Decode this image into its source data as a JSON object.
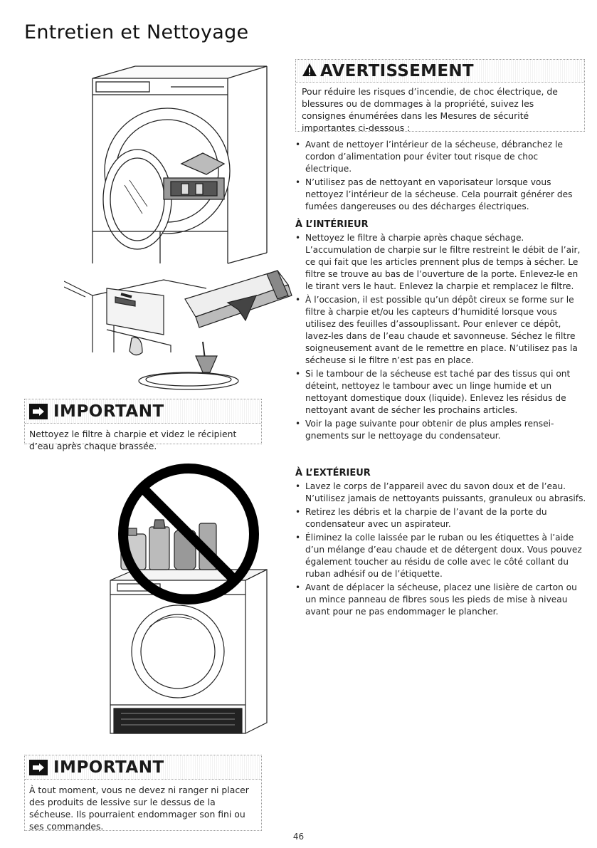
{
  "page": {
    "title": "Entretien et Nettoyage",
    "page_number": "46"
  },
  "icons": {
    "warning": "warning-triangle-icon",
    "important": "hand-pointing-icon"
  },
  "warning_box": {
    "title": "AVERTISSEMENT",
    "text": "Pour réduire les risques d’incendie, de choc électrique, de blessures ou de dommages à la propriété, suivez les consignes énumérées dans les Mesures de sécurité importantes ci-dessous :"
  },
  "general_bullets": [
    "Avant de nettoyer l’intérieur de la sécheuse, débranchez le cordon d’alimentation pour éviter tout risque de choc électrique.",
    "N’utilisez pas de nettoyant en vaporisateur lorsque vous nettoyez l’intérieur de la sécheuse. Cela pourrait générer des fumées dangereuses ou des décharges électriques."
  ],
  "interior": {
    "heading": "À L’INTÉRIEUR",
    "bullets": [
      "Nettoyez le filtre à charpie après chaque séchage. L’accumulation de charpie sur le filtre restreint le débit de l’air, ce qui fait que les articles prennent plus de temps à sécher. Le filtre se trouve au bas de l’ouverture de la porte. Enlevez-le en le tirant vers le haut. Enlevez la charpie et remplacez le filtre.",
      "À l’occasion, il est possible qu’un dépôt cireux se forme sur le filtre à charpie et/ou les capteurs d’humidité lorsque vous utilisez des feuilles d’assouplissant. Pour enlever ce dépôt, lavez-les dans de l’eau chaude et savonneuse. Séchez le filtre soigneusement avant de le remettre en place. N’utilisez pas la sécheuse si le filtre n’est pas en place.",
      "Si le tambour de la sécheuse est taché par des tissus qui ont déteint, nettoyez le tambour avec un linge humide et un nettoyant domestique doux (liquide). Enlevez les rési­dus de nettoyant avant de sécher les prochains articles.",
      "Voir la page suivante pour obtenir de plus amples rensei­gnements sur le nettoyage du condensateur."
    ]
  },
  "exterior": {
    "heading": "À L’EXTÉRIEUR",
    "bullets": [
      "Lavez le corps de l’appareil avec du savon doux et de l’eau. N’utilisez jamais de nettoyants puissants, granuleux ou abrasifs.",
      "Retirez les débris et la charpie de l’avant de la porte du condensateur avec un aspirateur.",
      "Éliminez la colle laissée par le ruban ou les étiquettes à l’aide d’un mélange d’eau chaude et de détergent doux. Vous pouvez également toucher au résidu de colle avec le côté collant du ruban adhésif ou de l’étiquette.",
      "Avant de déplacer la sécheuse, placez une lisière de car­ton ou un mince panneau de fibres sous les pieds de mise à niveau avant pour ne pas endommager le plancher."
    ]
  },
  "important_1": {
    "title": "IMPORTANT",
    "text": "Nettoyez le filtre à charpie et videz le récipient d’eau après chaque brassée."
  },
  "important_2": {
    "title": "IMPORTANT",
    "text": "À tout moment, vous ne devez ni ranger ni placer des produits de lessive sur le dessus de la sécheuse. Ils pourraient endommager son fini ou ses commandes."
  }
}
